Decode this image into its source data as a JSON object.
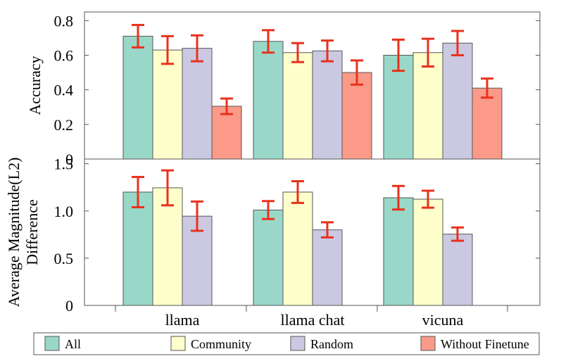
{
  "chart_data": {
    "type": "bar",
    "categories": [
      "llama",
      "llama chat",
      "vicuna"
    ],
    "legend": {
      "placement": "bottom",
      "entries": [
        {
          "name": "All",
          "color": "#99d8c9"
        },
        {
          "name": "Community",
          "color": "#ffffcc"
        },
        {
          "name": "Random",
          "color": "#cbc9e2"
        },
        {
          "name": "Without Finetune",
          "color": "#fb9a88"
        }
      ]
    },
    "error_bar_color": "#e8321c",
    "panels": [
      {
        "ylabel_lines": [
          "Accuracy"
        ],
        "ylim": [
          0,
          0.85
        ],
        "yticks": [
          0,
          0.2,
          0.4,
          0.6,
          0.8
        ],
        "ytick_labels": [
          "0",
          "0.2",
          "0.4",
          "0.6",
          "0.8"
        ],
        "series": [
          {
            "name": "All",
            "values": [
              0.71,
              0.68,
              0.6
            ],
            "errors": [
              0.065,
              0.065,
              0.09
            ]
          },
          {
            "name": "Community",
            "values": [
              0.63,
              0.615,
              0.615
            ],
            "errors": [
              0.08,
              0.055,
              0.08
            ]
          },
          {
            "name": "Random",
            "values": [
              0.64,
              0.625,
              0.67
            ],
            "errors": [
              0.075,
              0.06,
              0.07
            ]
          },
          {
            "name": "Without Finetune",
            "values": [
              0.305,
              0.5,
              0.41
            ],
            "errors": [
              0.045,
              0.07,
              0.055
            ]
          }
        ]
      },
      {
        "ylabel_lines": [
          "Average Magnitude(L2)",
          "Difference"
        ],
        "ylim": [
          0,
          1.55
        ],
        "yticks": [
          0,
          0.5,
          1.0,
          1.5
        ],
        "ytick_labels": [
          "0",
          "0.5",
          "1.0",
          "1.5"
        ],
        "series": [
          {
            "name": "All",
            "values": [
              1.2,
              1.01,
              1.14
            ],
            "errors": [
              0.16,
              0.095,
              0.125
            ]
          },
          {
            "name": "Community",
            "values": [
              1.245,
              1.2,
              1.125
            ],
            "errors": [
              0.185,
              0.115,
              0.09
            ]
          },
          {
            "name": "Random",
            "values": [
              0.945,
              0.8,
              0.755
            ],
            "errors": [
              0.155,
              0.08,
              0.07
            ]
          }
        ]
      }
    ]
  }
}
